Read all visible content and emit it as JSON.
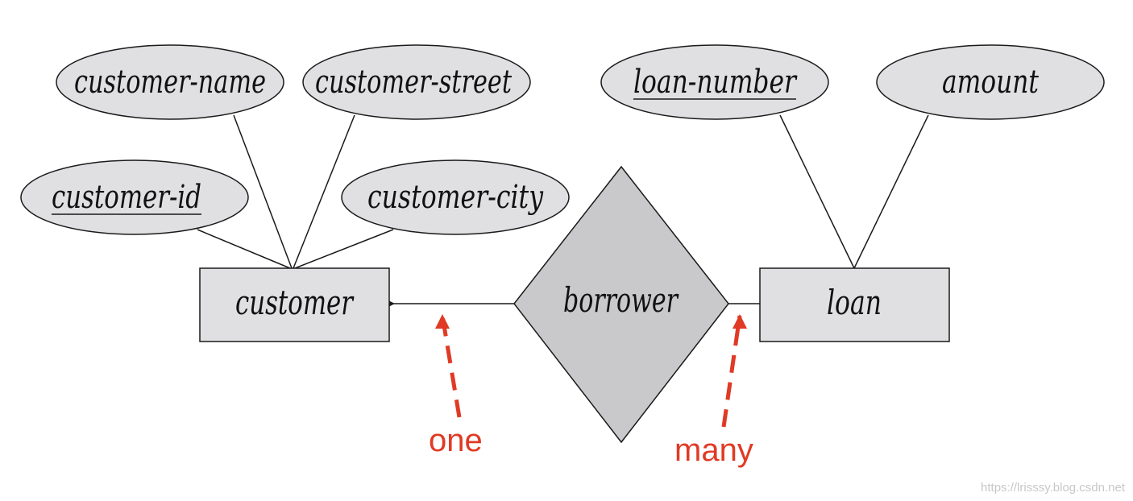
{
  "diagram": {
    "attributes": {
      "customer_name": "customer-name",
      "customer_street": "customer-street",
      "customer_id": "customer-id",
      "customer_city": "customer-city",
      "loan_number": "loan-number",
      "amount": "amount"
    },
    "entities": {
      "customer": "customer",
      "loan": "loan"
    },
    "relationship": {
      "borrower": "borrower"
    },
    "annotations": {
      "one": "one",
      "many": "many"
    },
    "watermark": "https://lrisssy.blog.csdn.net"
  },
  "colors": {
    "shape_fill": "#e0dfe2",
    "diamond_fill": "#c9c8cb",
    "stroke": "#1a1a1a",
    "annotation": "#e03a25"
  }
}
